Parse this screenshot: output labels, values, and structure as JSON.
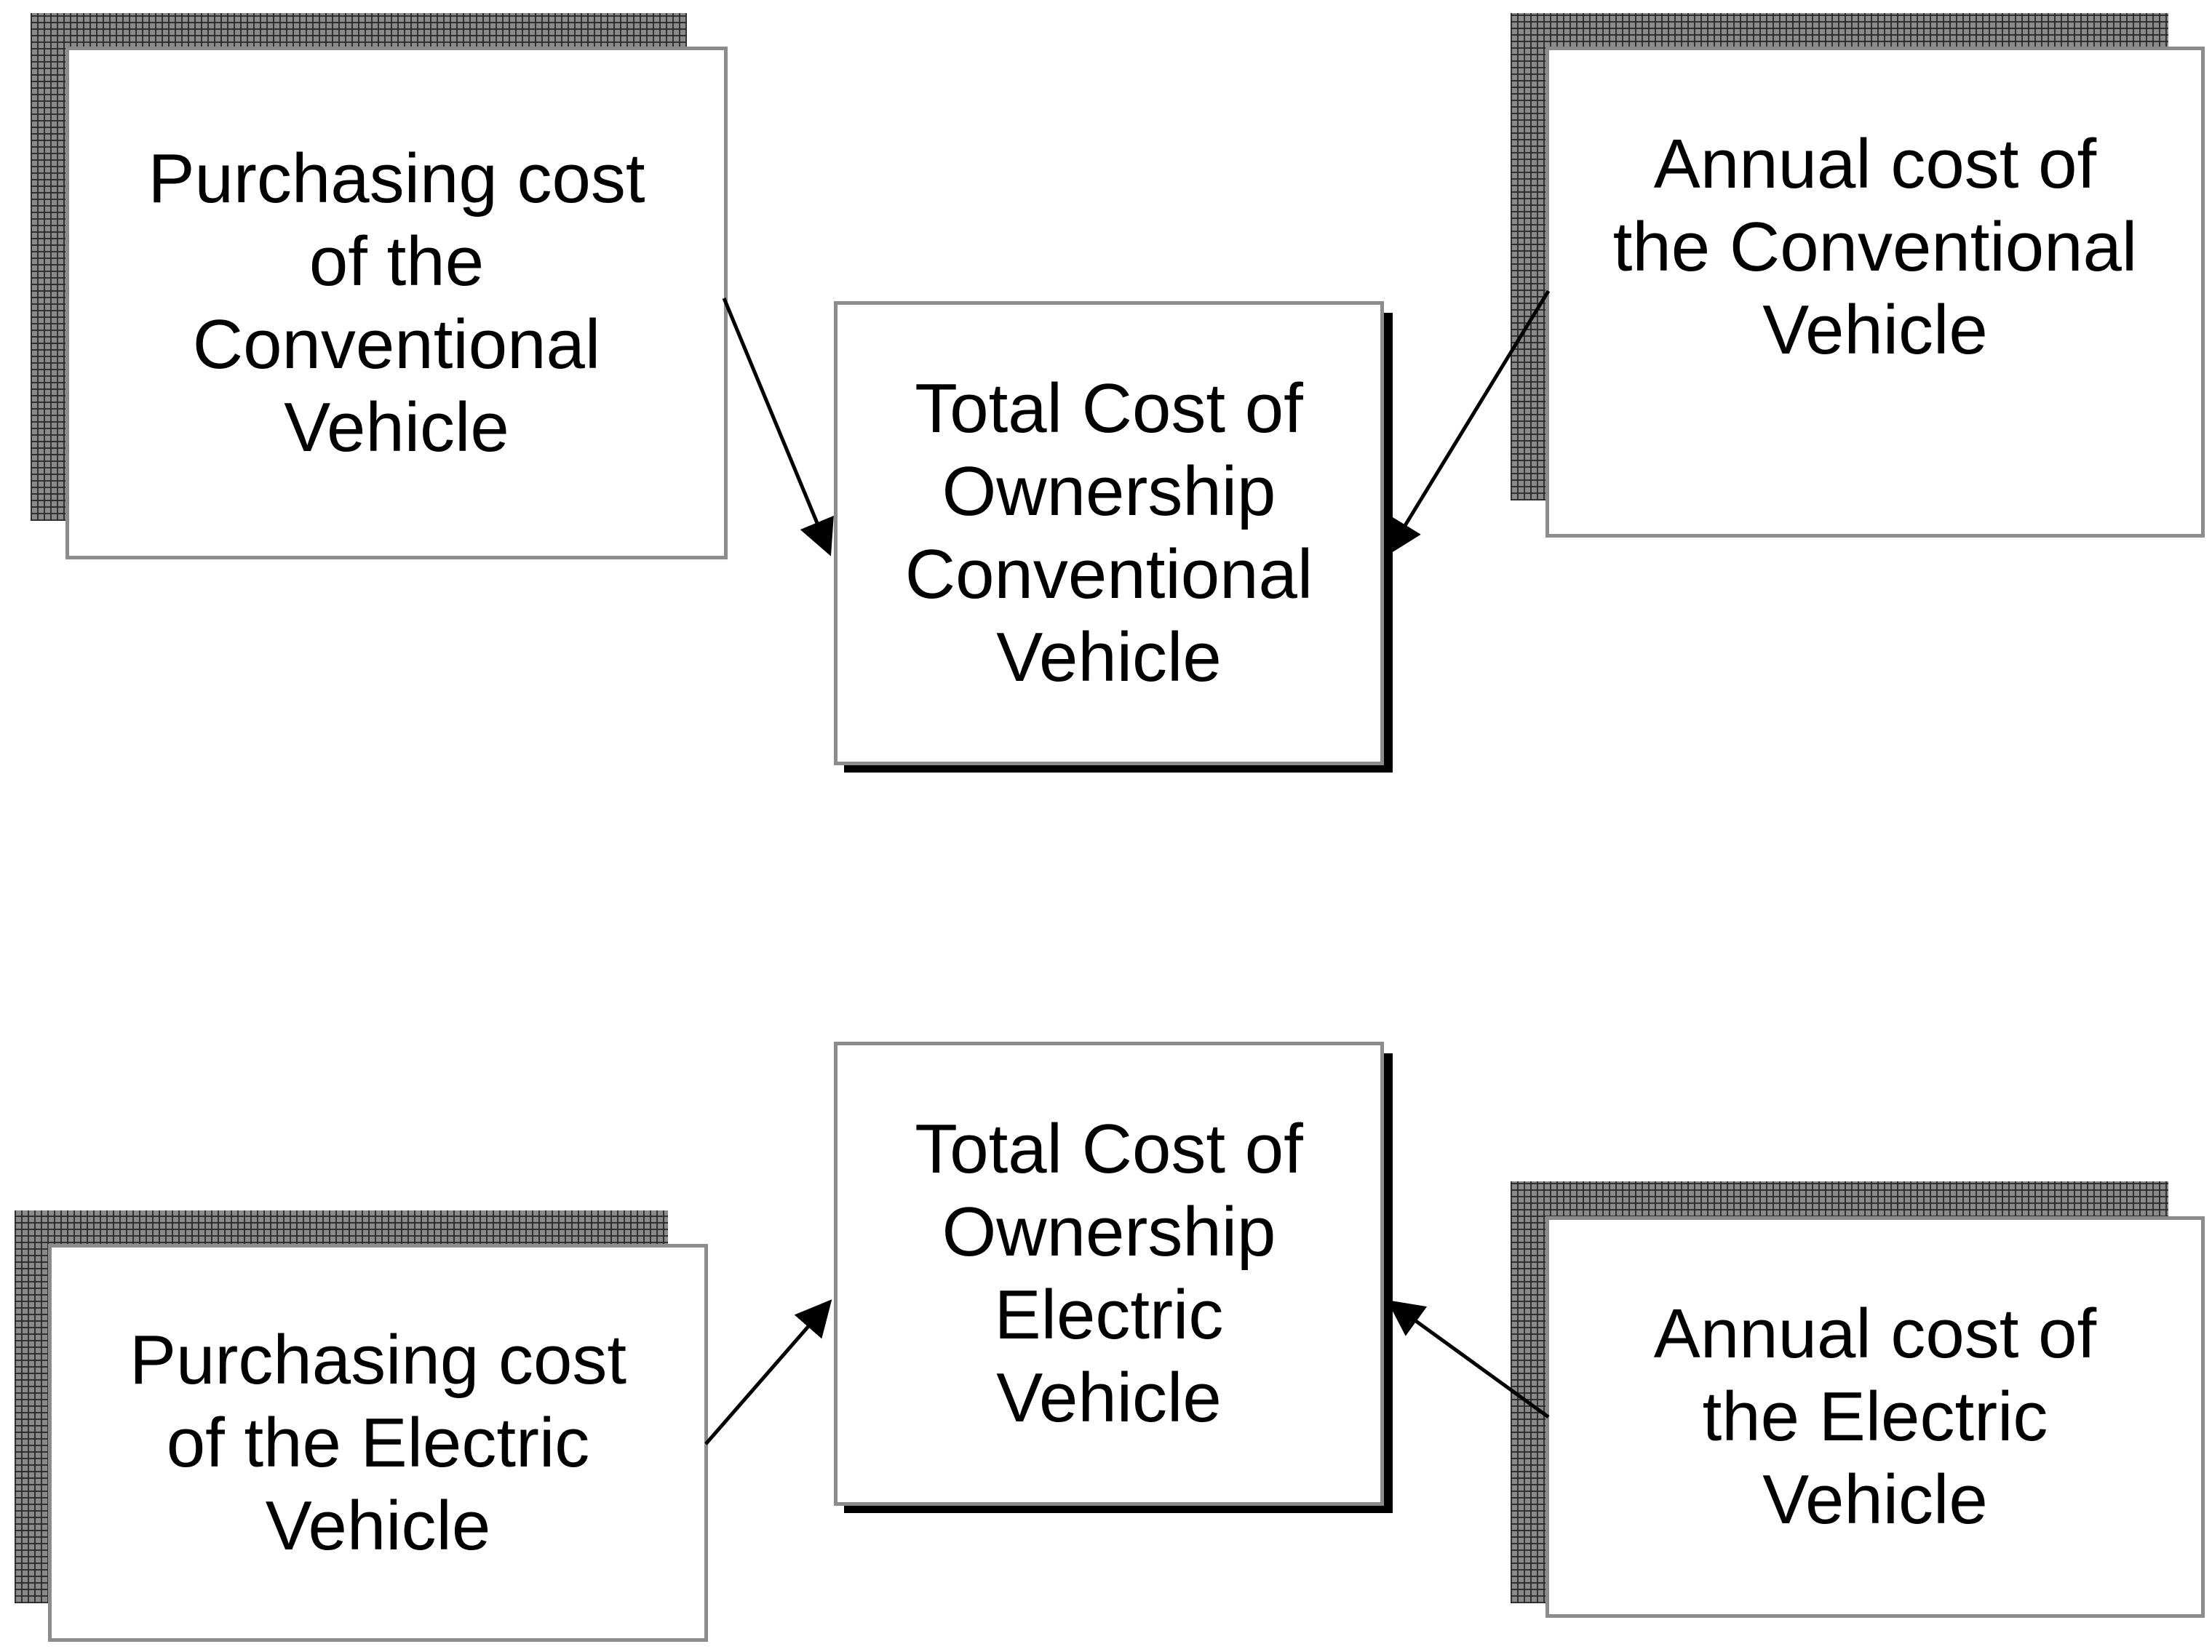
{
  "diagram": {
    "conventional": {
      "purchasing": "Purchasing cost\nof the\nConventional\nVehicle",
      "total": "Total Cost of\nOwnership\nConventional\nVehicle",
      "annual": "Annual cost of\nthe Conventional\nVehicle"
    },
    "electric": {
      "purchasing": "Purchasing cost\nof the Electric\nVehicle",
      "total": "Total Cost of\nOwnership\nElectric\nVehicle",
      "annual": "Annual cost of\nthe Electric\nVehicle"
    }
  }
}
